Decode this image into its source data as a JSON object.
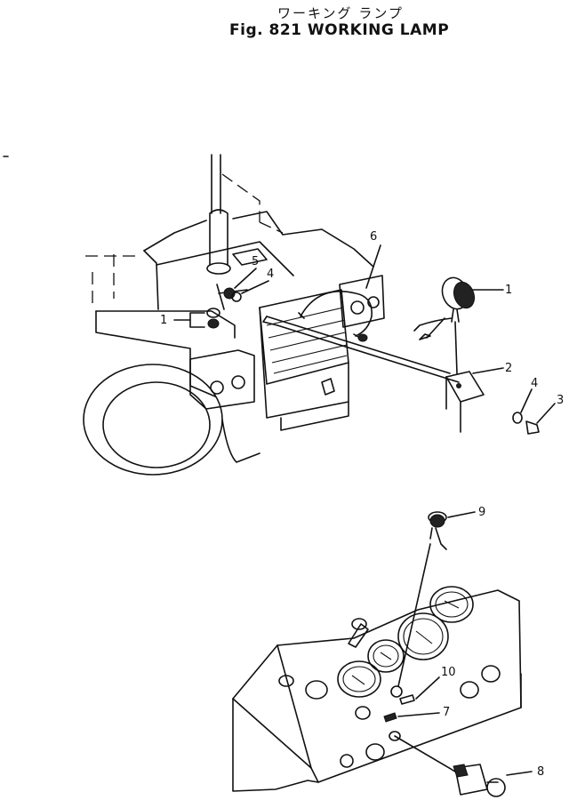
{
  "title": {
    "japanese": "ワーキング ランプ",
    "english": "Fig. 821  WORKING  LAMP"
  },
  "callouts": [
    {
      "id": "c1a",
      "label": "1"
    },
    {
      "id": "c1b",
      "label": "1"
    },
    {
      "id": "c2",
      "label": "2"
    },
    {
      "id": "c3",
      "label": "3"
    },
    {
      "id": "c4a",
      "label": "4"
    },
    {
      "id": "c4b",
      "label": "4"
    },
    {
      "id": "c5",
      "label": "5"
    },
    {
      "id": "c6",
      "label": "6"
    },
    {
      "id": "c7",
      "label": "7"
    },
    {
      "id": "c8",
      "label": "8"
    },
    {
      "id": "c9",
      "label": "9"
    },
    {
      "id": "c10",
      "label": "10"
    }
  ]
}
